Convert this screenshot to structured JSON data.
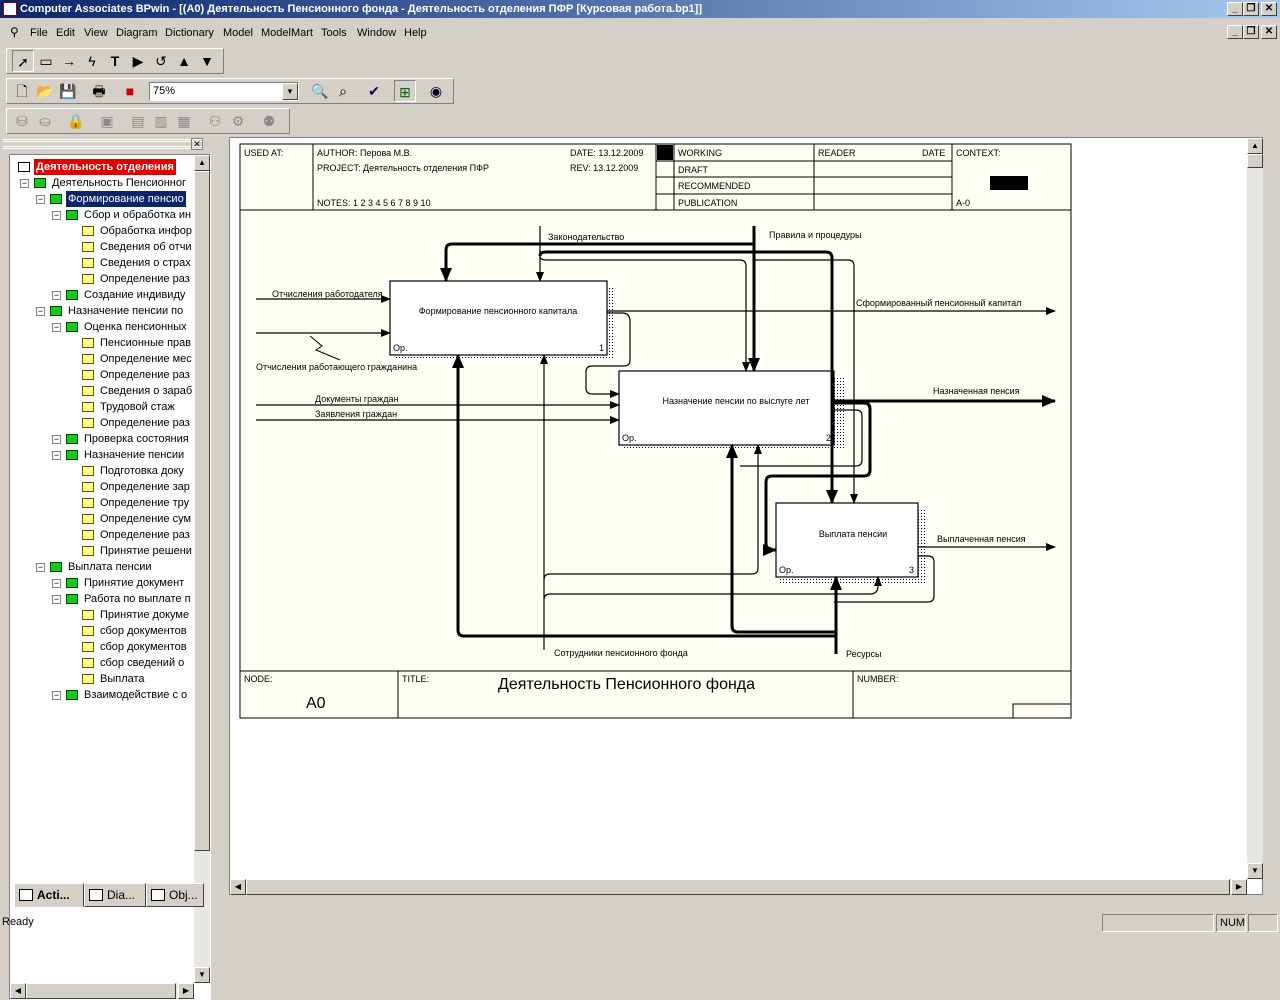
{
  "window": {
    "title": "Computer Associates BPwin - [(A0) Деятельность Пенсионного фонда - Деятельность отделения ПФР  [Курсовая работа.bp1]]"
  },
  "menu": [
    "File",
    "Edit",
    "View",
    "Diagram",
    "Dictionary",
    "Model",
    "ModelMart",
    "Tools",
    "Window",
    "Help"
  ],
  "toolbar": {
    "zoom_value": "75%"
  },
  "tree": {
    "items": [
      "Деятельность отделения",
      "Деятельность Пенсионног",
      "Формирование пенсио",
      "Сбор и обработка ин",
      "Обработка инфор",
      "Сведения об отчи",
      "Сведения о страх",
      "Определение раз",
      "Создание индивиду",
      "Назначение пенсии по",
      "Оценка пенсионных",
      "Пенсионные прав",
      "Определение мес",
      "Определение раз",
      "Сведения о зараб",
      "Трудовой стаж",
      "Определение раз",
      "Проверка состояния",
      "Назначение пенсии",
      "Подготовка доку",
      "Определение  зар",
      "Определение  тру",
      "Определение сум",
      "Определение раз",
      "Принятие решени",
      "Выплата пенсии",
      "Принятие документ",
      "Работа по выплате п",
      "Принятие докуме",
      "сбор документов",
      "сбор документов",
      "сбор сведений о",
      "Выплата",
      "Взаимодействие с о"
    ],
    "tabs": [
      "Acti...",
      "Dia...",
      "Obj..."
    ]
  },
  "diagram": {
    "header": {
      "used_at": "USED AT:",
      "author": "AUTHOR:  Перова М.В.",
      "project": "PROJECT:  Деятельность отделения ПФР",
      "date": "DATE: 13.12.2009",
      "rev": "REV:   13.12.2009",
      "notes": "NOTES:  1  2  3  4  5  6  7  8  9  10",
      "working": "WORKING",
      "draft": "DRAFT",
      "recommended": "RECOMMENDED",
      "publication": "PUBLICATION",
      "reader": "READER",
      "date2": "DATE",
      "context": "CONTEXT:",
      "context_node": "A-0"
    },
    "boxes": [
      {
        "label": "Формирование пенсионного капитала",
        "op": "Ор.",
        "num": "1"
      },
      {
        "label": "Назначение пенсии по выслуге лет",
        "op": "Ор.",
        "num": "2"
      },
      {
        "label": "Выплата пенсии",
        "op": "Ор.",
        "num": "3"
      }
    ],
    "arrows": {
      "law": "Законодательство",
      "rules": "Правила и процедуры",
      "employer": "Отчисления работодателя",
      "worker": "Отчисления работающего гражданина",
      "docs": "Документы граждан",
      "apps": "Заявления граждан",
      "capital": "Сформированный пенсионный капитал",
      "assigned": "Назначенная пенсия",
      "paid": "Выплаченная пенсия",
      "staff": "Сотрудники пенсионного фонда",
      "resources": "Ресурсы"
    },
    "footer": {
      "node_label": "NODE:",
      "node": "A0",
      "title_label": "TITLE:",
      "title": "Деятельность Пенсионного фонда",
      "number_label": "NUMBER:"
    }
  },
  "status": {
    "text": "Ready",
    "num": "NUM"
  }
}
